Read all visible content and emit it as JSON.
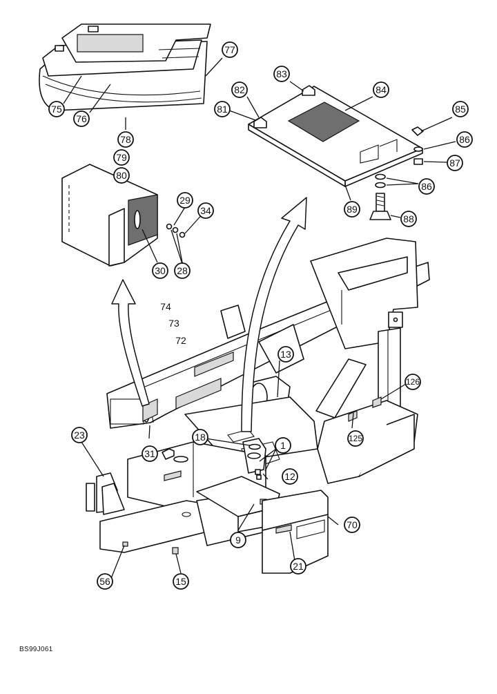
{
  "figure_code": "BS99J061",
  "callouts": [
    {
      "id": "c1",
      "label": "1"
    },
    {
      "id": "c9",
      "label": "9"
    },
    {
      "id": "c12",
      "label": "12"
    },
    {
      "id": "c13",
      "label": "13"
    },
    {
      "id": "c15",
      "label": "15"
    },
    {
      "id": "c18",
      "label": "18"
    },
    {
      "id": "c21",
      "label": "21"
    },
    {
      "id": "c23",
      "label": "23"
    },
    {
      "id": "c28",
      "label": "28"
    },
    {
      "id": "c29",
      "label": "29"
    },
    {
      "id": "c30",
      "label": "30"
    },
    {
      "id": "c31",
      "label": "31"
    },
    {
      "id": "c34",
      "label": "34"
    },
    {
      "id": "c56",
      "label": "56"
    },
    {
      "id": "c70",
      "label": "70"
    },
    {
      "id": "c75",
      "label": "75"
    },
    {
      "id": "c76",
      "label": "76"
    },
    {
      "id": "c77",
      "label": "77"
    },
    {
      "id": "c78",
      "label": "78"
    },
    {
      "id": "c79",
      "label": "79"
    },
    {
      "id": "c80",
      "label": "80"
    },
    {
      "id": "c81",
      "label": "81"
    },
    {
      "id": "c82",
      "label": "82"
    },
    {
      "id": "c83",
      "label": "83"
    },
    {
      "id": "c84",
      "label": "84"
    },
    {
      "id": "c85",
      "label": "85"
    },
    {
      "id": "c86a",
      "label": "86"
    },
    {
      "id": "c86b",
      "label": "86"
    },
    {
      "id": "c87",
      "label": "87"
    },
    {
      "id": "c88",
      "label": "88"
    },
    {
      "id": "c89",
      "label": "89"
    },
    {
      "id": "c125",
      "label": "125"
    },
    {
      "id": "c126",
      "label": "126"
    }
  ],
  "plain_labels": [
    {
      "id": "l72",
      "label": "72"
    },
    {
      "id": "l73",
      "label": "73"
    },
    {
      "id": "l74",
      "label": "74"
    }
  ]
}
